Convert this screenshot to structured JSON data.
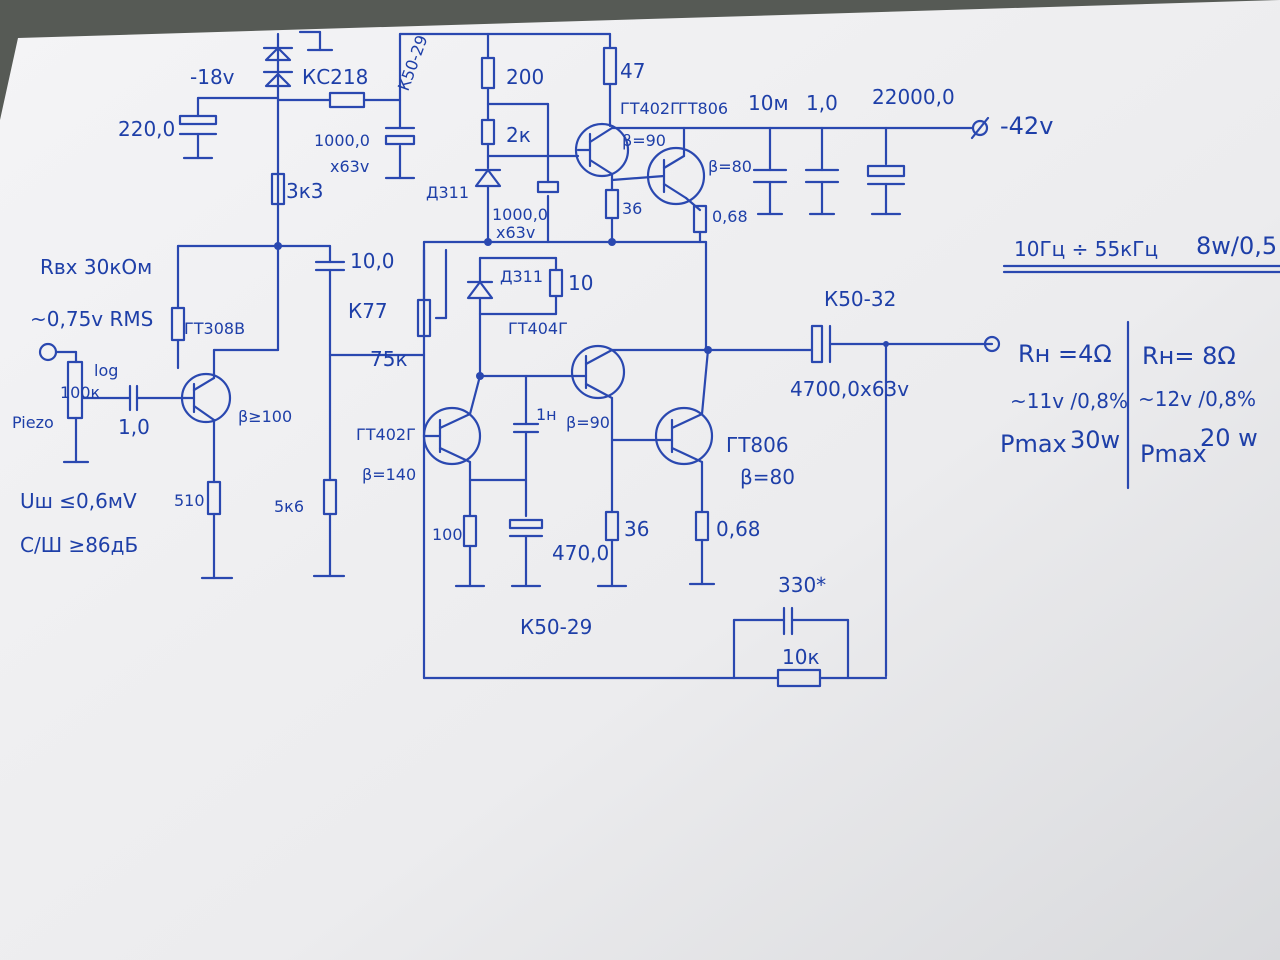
{
  "labels": {
    "v_minus18": "-18v",
    "zener": "КС218",
    "cap_220": "220,0",
    "cap_k5029_top": "К50-29",
    "cap_1000_top": "1000,0",
    "cap_1000_top_v": "х63v",
    "r_200": "200",
    "r_47": "47",
    "t_gt402g_top": "ГТ402Г",
    "t_gt806_top": "ГТ806",
    "c_10m": "10м",
    "c_10": "1,0",
    "c_22000": "22000,0",
    "vsupply": "-42v",
    "r_2k": "2к",
    "beta90_top": "β=90",
    "beta80_top": "β=80",
    "r_3k3": "3к3",
    "d_d311_top": "Д311",
    "cap_1000_mid": "1000,0",
    "cap_1000_mid_v": "х63v",
    "r_36_top": "36",
    "r_068_top": "0,68",
    "rin": "Rвх 30кОм",
    "vin": "~0,75v RMS",
    "c_10_0": "10,0",
    "c_k77": "К77",
    "freq_range": "10Гц ÷ 55кГц",
    "power_ratio": "8w/0,5",
    "d_d311_mid": "Д311",
    "r_10": "10",
    "c_k5032": "К50-32",
    "t_gt404g": "ГТ404Г",
    "t_gt308v": "ГТ308В",
    "pot_log": "log",
    "pot_100k": "100к",
    "piezo": "Piezo",
    "c_1_0": "1,0",
    "beta100": "β≥100",
    "r_75k": "75к",
    "c_4700": "4700,0х63v",
    "rn4": "Rн =4Ω",
    "rn8": "Rн= 8Ω",
    "v11": "~11v /0,8%",
    "v12": "~12v /0,8%",
    "pmax30_label": "Pmax",
    "pmax30_val": "30w",
    "pmax20_label": "Pmax",
    "pmax20_val": "20 w",
    "t_gt402g_mid": "ГТ402Г",
    "beta140": "β=140",
    "c_1n": "1н",
    "beta90_mid": "β=90",
    "t_gt806_mid": "ГТ806",
    "beta80_mid": "β=80",
    "r_510": "510",
    "r_5k6": "5к6",
    "noise_v": "Uш ≤0,6мV",
    "snr": "С/Ш ≥86дБ",
    "r_100": "100",
    "c_470": "470,0",
    "r_36_mid": "36",
    "r_068_mid": "0,68",
    "c_k5029_bot": "К50-29",
    "c_330": "330*",
    "r_10k": "10к"
  }
}
